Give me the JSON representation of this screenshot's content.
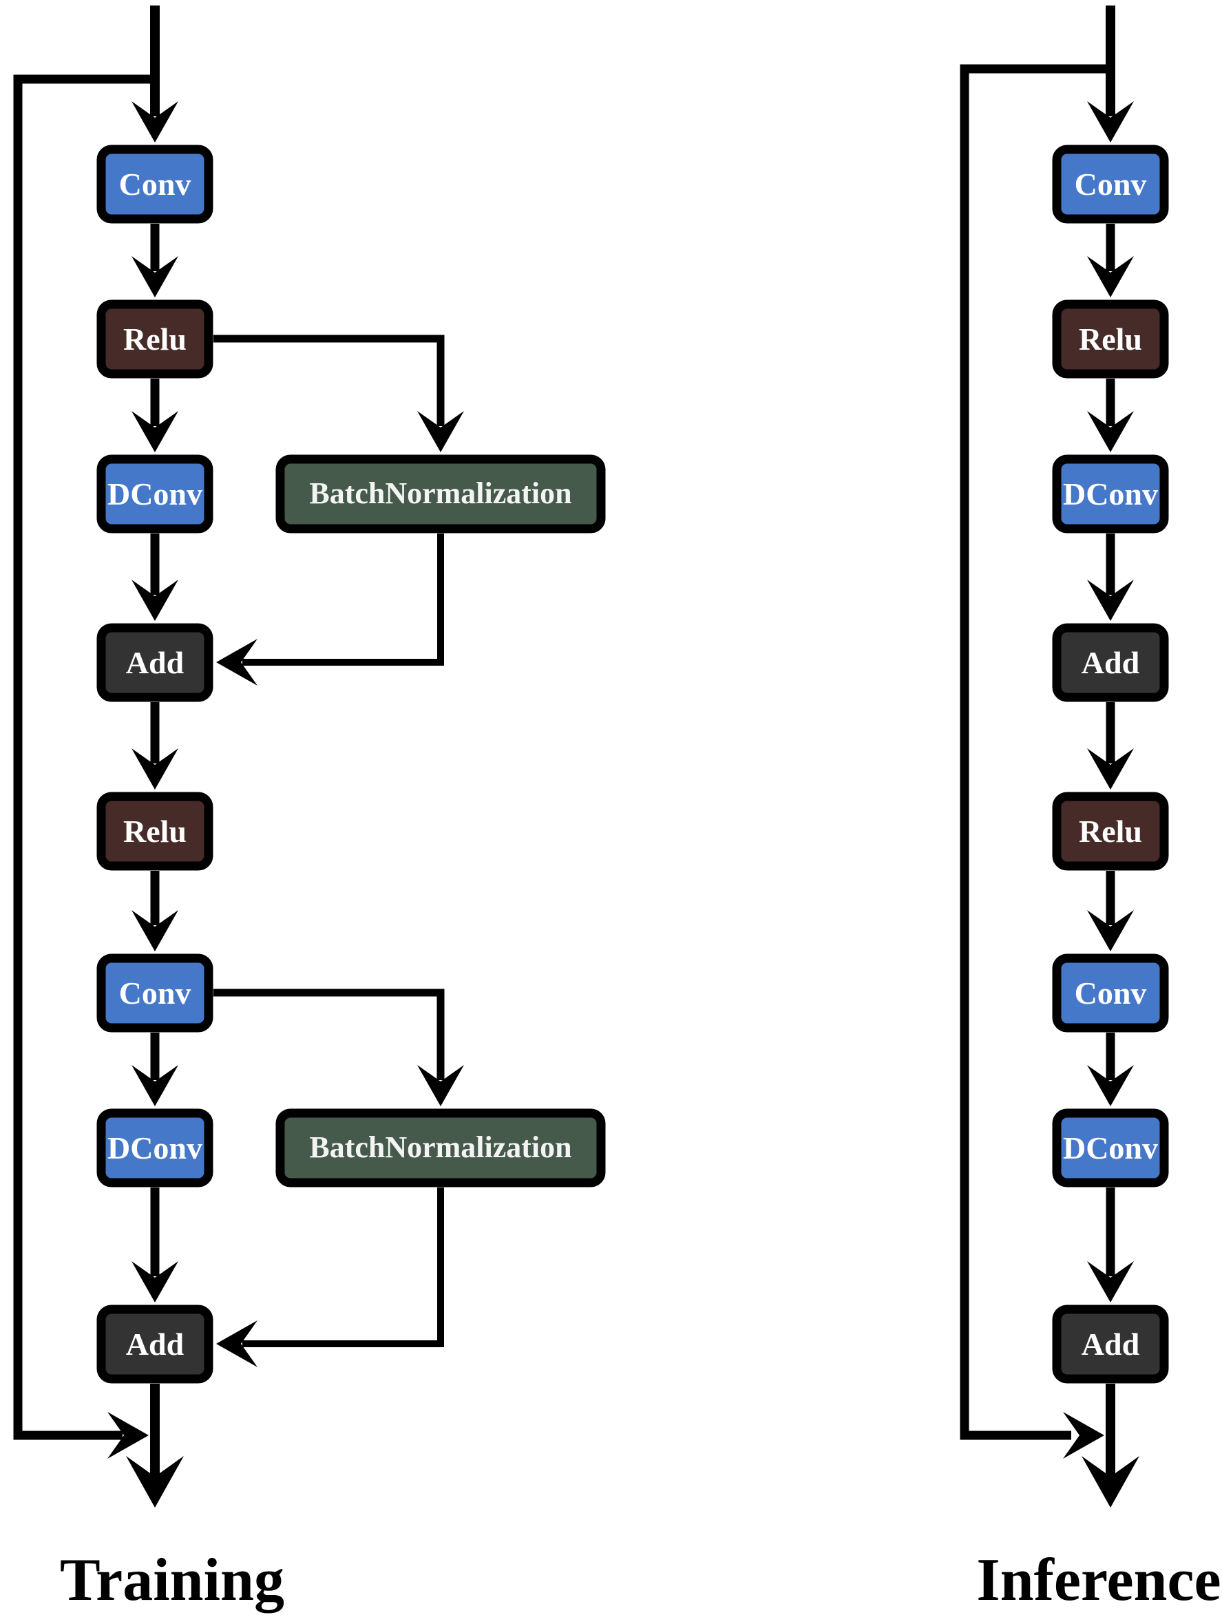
{
  "colors": {
    "conv": "#4678c9",
    "relu": "#472b29",
    "add": "#333333",
    "batchnorm": "#465a4b",
    "line": "#000000"
  },
  "training": {
    "title": "Training",
    "nodes": [
      "Conv",
      "Relu",
      "DConv",
      "Add",
      "Relu",
      "Conv",
      "DConv",
      "Add"
    ],
    "batchnorm1": "BatchNormalization",
    "batchnorm2": "BatchNormalization"
  },
  "inference": {
    "title": "Inference",
    "nodes": [
      "Conv",
      "Relu",
      "DConv",
      "Add",
      "Relu",
      "Conv",
      "DConv",
      "Add"
    ]
  }
}
